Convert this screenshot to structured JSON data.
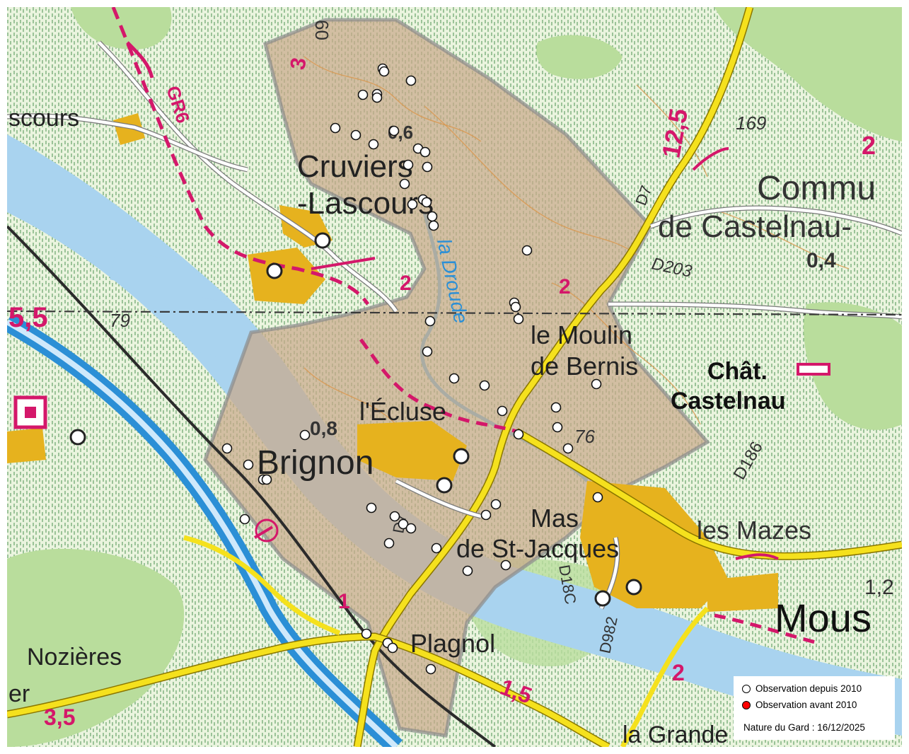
{
  "map": {
    "places": {
      "cruviers": "Cruviers",
      "lascours": "-Lascours",
      "lascours_left": "scours",
      "commune": "Commu",
      "de_castelnau": "de Castelnau-",
      "le_moulin": "le Moulin",
      "de_bernis": "de Bernis",
      "chat": "Chât.",
      "castelnau": "Castelnau",
      "ecluse": "l'Écluse",
      "brignon": "Brignon",
      "mas": "Mas",
      "de_st_jacques": "de St-Jacques",
      "les_mazes": "les Mazes",
      "mous": "Mous",
      "plagnol": "Plagnol",
      "nozieres": "Nozières",
      "er": "er",
      "la_grande": "la Grande",
      "la_droude": "la Droude"
    },
    "road_labels": {
      "d7": "D7",
      "d203": "D203",
      "d186": "D186",
      "d18c": "D18C",
      "d982": "D982",
      "d7b": "D7",
      "gr6": "GR6"
    },
    "elevations": {
      "e169": "169",
      "e079": "79",
      "e076": "76",
      "e060": "60"
    },
    "distances": {
      "d125": "12,5",
      "d04": "0,4",
      "d06": "0,6",
      "d08": "0,8",
      "d55": "5,5",
      "d35": "3,5",
      "d15": "1,5",
      "d12": "1,2",
      "d2a": "2",
      "d2b": "2",
      "d2c": "2",
      "d2d": "2",
      "d3": "3",
      "d1": "1"
    },
    "colors": {
      "background": "#dfeecd",
      "forest": "#b9dd9c",
      "area_fill": "#c9a98a",
      "area_stroke": "#8c8c8c",
      "river": "#a9d3ef",
      "canal": "#2b8fd6",
      "road_yellow": "#f5e11d",
      "trail": "#d4176a",
      "urban": "#e6b21e",
      "obs_since_2010": "#ffffff",
      "obs_before_2010": "#ff0000"
    },
    "observations_since_2010": [
      [
        541,
        97
      ],
      [
        543,
        101
      ],
      [
        581,
        114
      ],
      [
        513,
        134
      ],
      [
        533,
        133
      ],
      [
        533,
        138
      ],
      [
        474,
        181
      ],
      [
        503,
        191
      ],
      [
        557,
        185
      ],
      [
        528,
        204
      ],
      [
        591,
        210
      ],
      [
        601,
        215
      ],
      [
        577,
        233
      ],
      [
        604,
        236
      ],
      [
        572,
        260
      ],
      [
        598,
        282
      ],
      [
        603,
        286
      ],
      [
        583,
        289
      ],
      [
        611,
        306
      ],
      [
        613,
        319
      ],
      [
        745,
        354
      ],
      [
        727,
        428
      ],
      [
        729,
        434
      ],
      [
        733,
        451
      ],
      [
        608,
        454
      ],
      [
        604,
        497
      ],
      [
        642,
        535
      ],
      [
        685,
        545
      ],
      [
        843,
        543
      ],
      [
        786,
        576
      ],
      [
        710,
        581
      ],
      [
        788,
        604
      ],
      [
        733,
        614
      ],
      [
        803,
        634
      ],
      [
        431,
        615
      ],
      [
        321,
        634
      ],
      [
        351,
        657
      ],
      [
        372,
        678
      ],
      [
        377,
        678
      ],
      [
        845,
        703
      ],
      [
        701,
        713
      ],
      [
        525,
        718
      ],
      [
        687,
        728
      ],
      [
        558,
        730
      ],
      [
        346,
        734
      ],
      [
        570,
        741
      ],
      [
        581,
        747
      ],
      [
        550,
        768
      ],
      [
        617,
        775
      ],
      [
        715,
        799
      ],
      [
        661,
        807
      ],
      [
        518,
        896
      ],
      [
        548,
        909
      ],
      [
        555,
        916
      ],
      [
        609,
        946
      ]
    ],
    "observations_before_2010": []
  },
  "legend": {
    "since_2010": "Observation depuis 2010",
    "before_2010": "Observation avant 2010",
    "credit": "Nature du Gard : 16/12/2025"
  }
}
